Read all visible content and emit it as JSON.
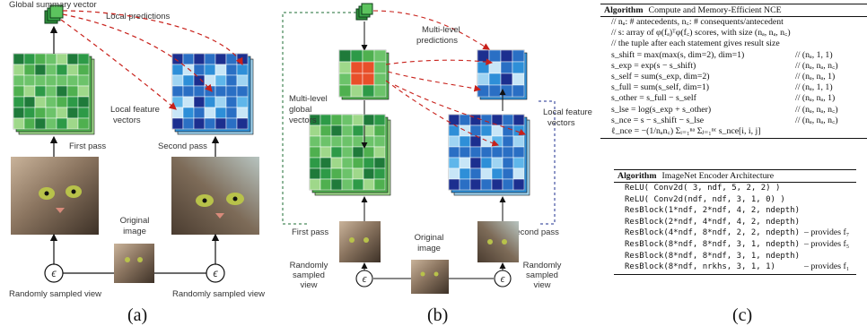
{
  "panel_a": {
    "global_vector_label": "Global summary vector",
    "local_predictions_label": "Local predictions",
    "local_feature_label": "Local feature\nvectors",
    "first_pass_label": "First pass",
    "second_pass_label": "Second pass",
    "original_image_label": "Original\nimage",
    "sampled_view_left": "Randomly sampled view",
    "sampled_view_right": "Randomly sampled view",
    "epsilon": "ϵ",
    "caption": "(a)"
  },
  "panel_b": {
    "multi_level_predictions_label": "Multi-level\npredictions",
    "multi_level_global_label": "Multi-level\nglobal\nvectors",
    "local_feature_label": "Local feature\nvectors",
    "first_pass_label": "First pass",
    "second_pass_label": "Second pass",
    "original_image_label": "Original\nimage",
    "sampled_view_left": "Randomly\nsampled\nview",
    "sampled_view_right": "Randomly\nsampled\nview",
    "epsilon": "ϵ",
    "caption": "(b)"
  },
  "panel_c": {
    "nce": {
      "keyword": "Algorithm",
      "title": "Compute and Memory-Efficient NCE",
      "lines": [
        {
          "code": "// nₐ: # antecedents, n꜀: # consequents/antecedent",
          "shape": ""
        },
        {
          "code": "// s: array of φ(fₐ)ᵀφ(f꜀) scores, with size (nₐ, nₐ, n꜀)",
          "shape": ""
        },
        {
          "code": "// the tuple after each statement gives result size",
          "shape": ""
        },
        {
          "code": "s_shift = max(max(s, dim=2), dim=1)",
          "shape": "// (nₐ, 1, 1)"
        },
        {
          "code": "s_exp = exp(s − s_shift)",
          "shape": "// (nₐ, nₐ, n꜀)"
        },
        {
          "code": "s_self = sum(s_exp, dim=2)",
          "shape": "// (nₐ, nₐ, 1)"
        },
        {
          "code": "s_full = sum(s_self, dim=1)",
          "shape": "// (nₐ, 1, 1)"
        },
        {
          "code": "s_other = s_full − s_self",
          "shape": "// (nₐ, nₐ, 1)"
        },
        {
          "code": "s_lse = log(s_exp + s_other)",
          "shape": "// (nₐ, nₐ, n꜀)"
        },
        {
          "code": "s_nce = s − s_shift − s_lse",
          "shape": "// (nₐ, nₐ, n꜀)"
        },
        {
          "code": "ℓ_nce = −(1/nₐn꜀) Σᵢ₌₁ⁿᵃ Σⱼ₌₁ⁿᶜ s_nce[i, i, j]",
          "shape": ""
        }
      ]
    },
    "encoder": {
      "keyword": "Algorithm",
      "title": "ImageNet Encoder Architecture",
      "lines": [
        {
          "code": "ReLU( Conv2d(  3, ndf, 5, 2, 2) )",
          "note": ""
        },
        {
          "code": "ReLU( Conv2d(ndf, ndf, 3, 1, 0) )",
          "note": ""
        },
        {
          "code": "ResBlock(1*ndf, 2*ndf, 4, 2, ndepth)",
          "note": ""
        },
        {
          "code": "ResBlock(2*ndf, 4*ndf, 4, 2, ndepth)",
          "note": ""
        },
        {
          "code": "ResBlock(4*ndf, 8*ndf, 2, 2, ndepth)",
          "note": "– provides f₇"
        },
        {
          "code": "ResBlock(8*ndf, 8*ndf, 3, 1, ndepth)",
          "note": "– provides f₅"
        },
        {
          "code": "ResBlock(8*ndf, 8*ndf, 3, 1, ndepth)",
          "note": ""
        },
        {
          "code": "ResBlock(8*ndf, nrkhs, 3, 1, 1)",
          "note": "– provides f₁"
        }
      ]
    },
    "caption": "(c)"
  },
  "colors": {
    "green_dark": "#1f7a3a",
    "green_mid": "#4fb04f",
    "green_light": "#9fd88a",
    "blue_dark": "#1c2f8f",
    "blue_mid": "#2e8fd8",
    "blue_light": "#9fd4f2",
    "prediction_line": "#c0392b",
    "red_patch": "#e8502a"
  }
}
